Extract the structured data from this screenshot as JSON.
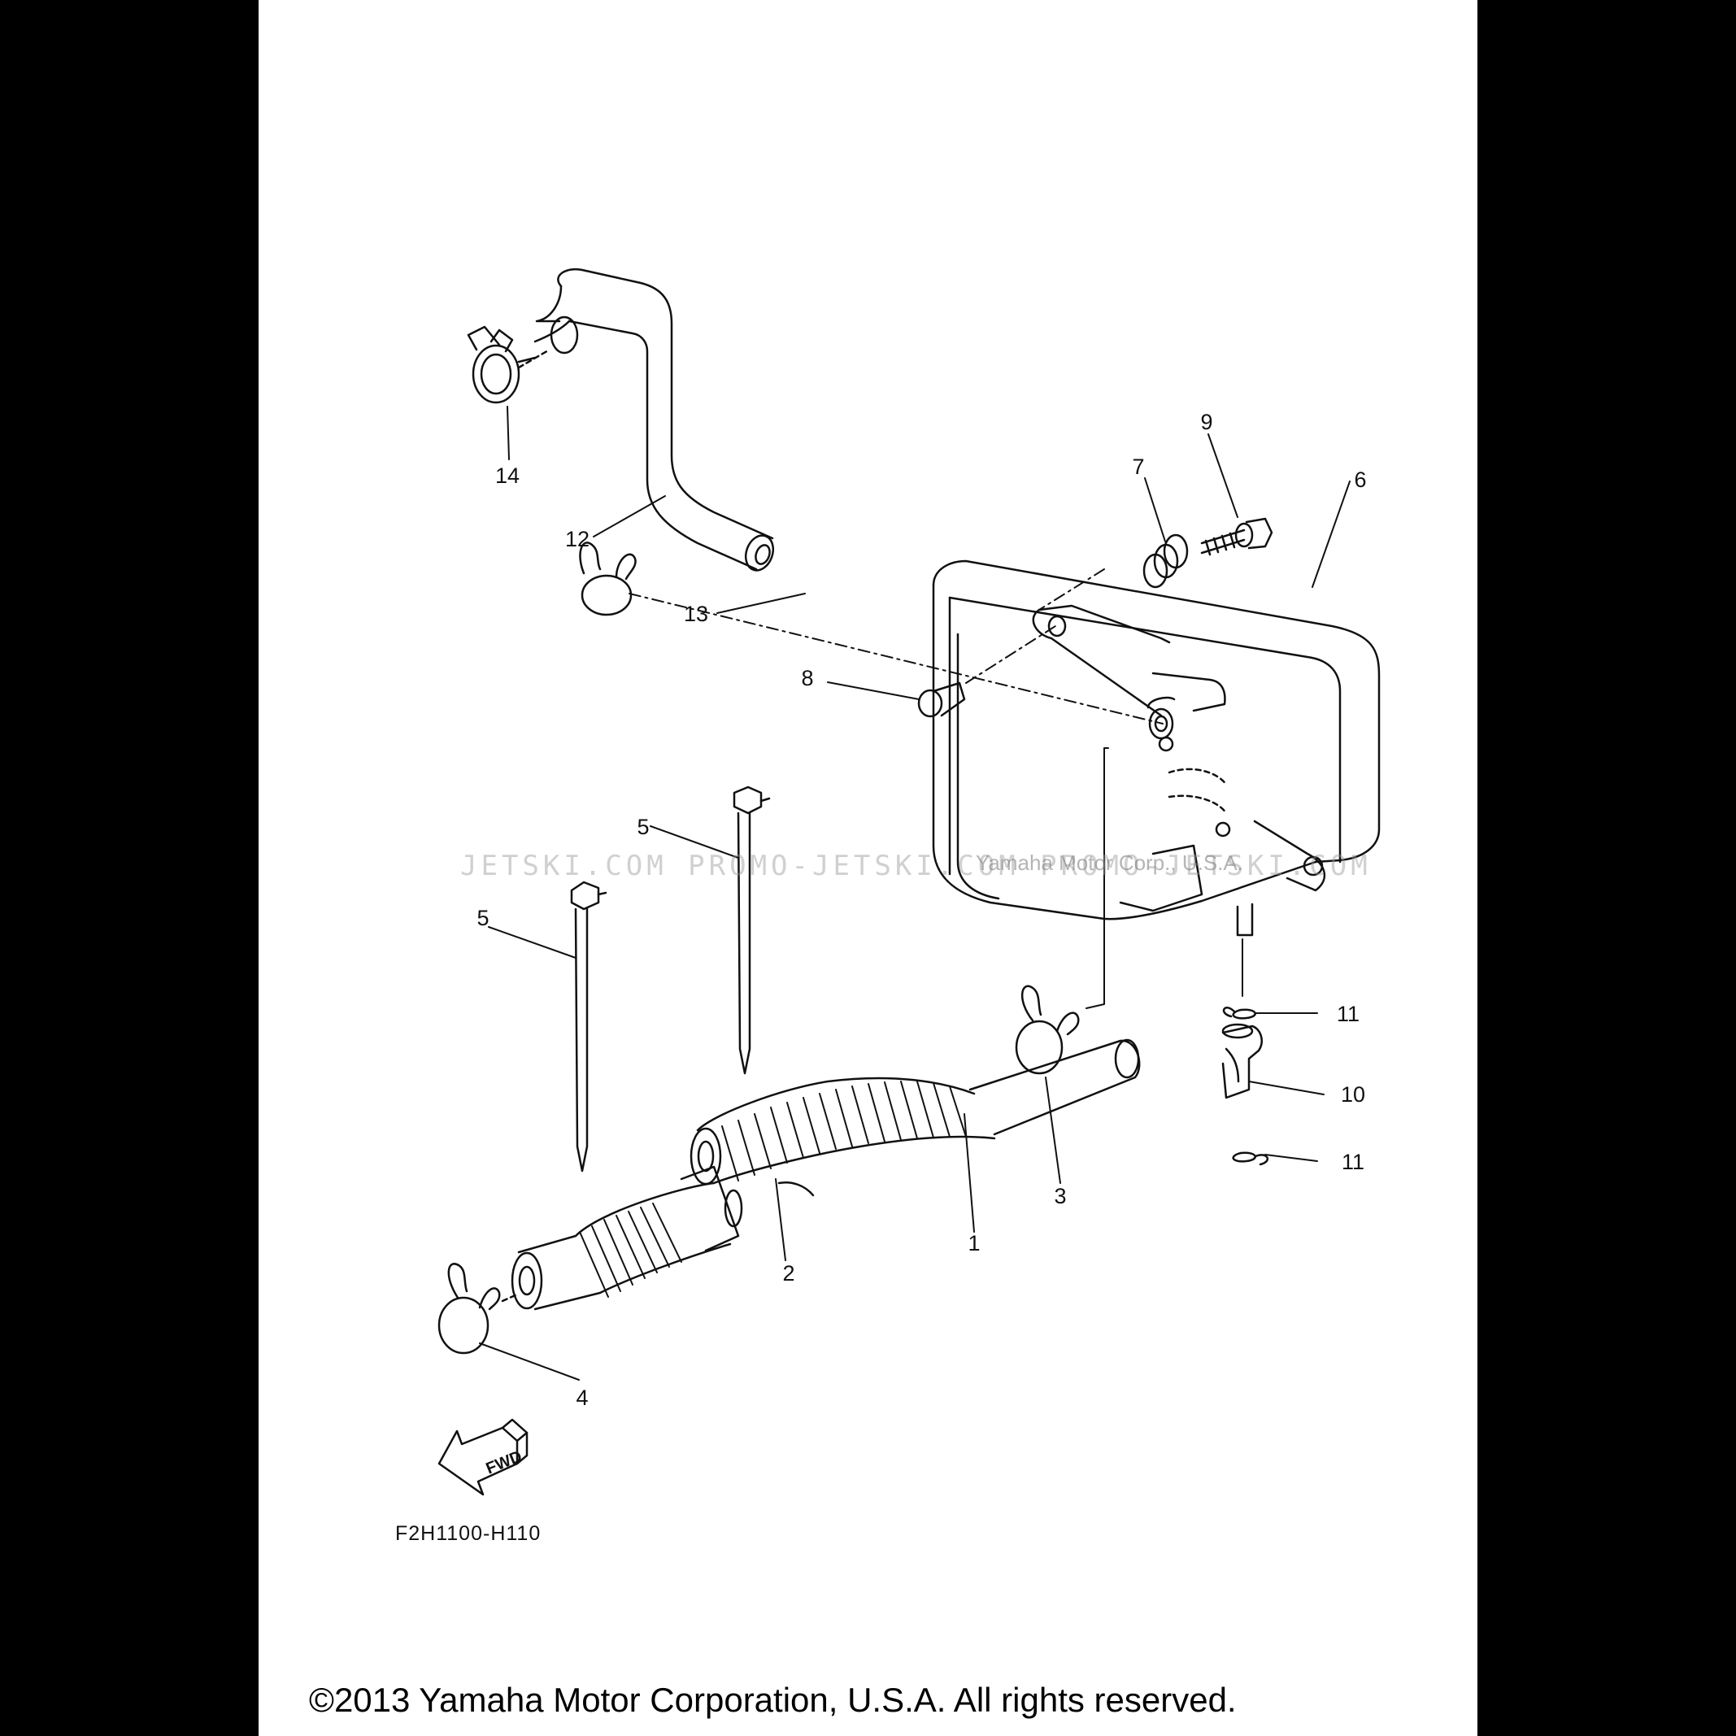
{
  "callouts": [
    {
      "label": "1"
    },
    {
      "label": "2"
    },
    {
      "label": "3"
    },
    {
      "label": "4"
    },
    {
      "label": "5"
    },
    {
      "label": "5"
    },
    {
      "label": "6"
    },
    {
      "label": "7"
    },
    {
      "label": "8"
    },
    {
      "label": "9"
    },
    {
      "label": "10"
    },
    {
      "label": "11"
    },
    {
      "label": "11"
    },
    {
      "label": "12"
    },
    {
      "label": "13"
    },
    {
      "label": "14"
    }
  ],
  "fwd_label": "FWD",
  "reference_code": "F2H1100-H110",
  "copyright": "©2013 Yamaha Motor Corporation, U.S.A. All rights reserved.",
  "watermark": "JETSKI.COM  PROMO-JETSKI.COM  PROMO-JETSKI.COM",
  "watermark_inner": "Yamaha Motor Corp., U.S.A."
}
